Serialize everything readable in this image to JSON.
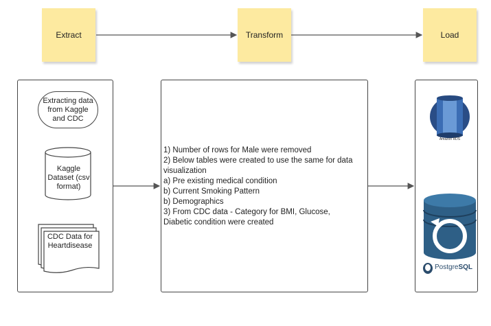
{
  "pipeline": {
    "steps": [
      "Extract",
      "Transform",
      "Load"
    ]
  },
  "extract": {
    "source_pill": "Extracting data from Kaggle and CDC",
    "kaggle_dataset": "Kaggle Dataset (csv format)",
    "cdc_data": "CDC Data for Heartdisease"
  },
  "transform": {
    "lines": [
      "1) Number of rows for Male were removed",
      "2) Below tables were created to use the same for data",
      "visualization",
      "a) Pre existing medical condition",
      "b) Current Smoking Pattern",
      "b) Demographics",
      "3) From CDC data - Category for BMI, Glucose,",
      "Diabetic condition were created"
    ]
  },
  "load": {
    "rds_label": "Amazon RDS",
    "postgres_label_a": "Postgre",
    "postgres_label_b": "SQL"
  },
  "colors": {
    "note_fill": "#fdeaa0",
    "rds_blue": "#2f5d9e",
    "postgres_navy": "#2b4c6c"
  }
}
